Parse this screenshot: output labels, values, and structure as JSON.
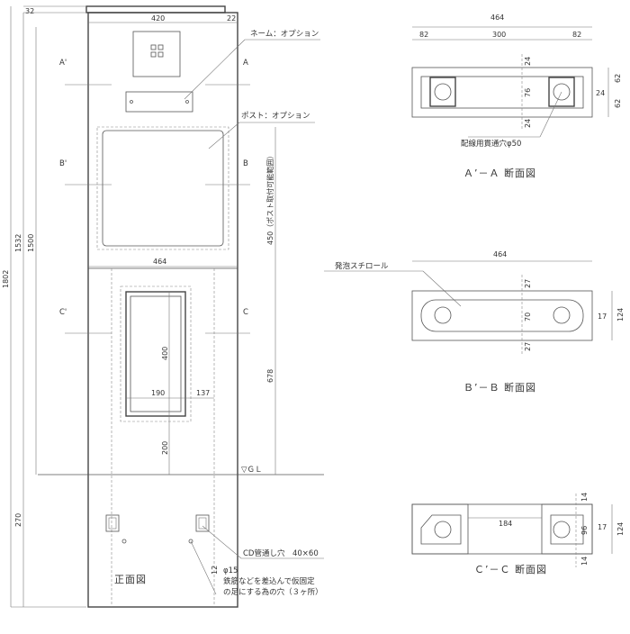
{
  "front": {
    "title": "正面図",
    "dims": {
      "top": "32",
      "width_top": "420",
      "side_top": "22",
      "total": "1802",
      "h1532": "1532",
      "h1500": "1500",
      "h450": "450（ポスト取付可能範囲）",
      "w464": "464",
      "h400": "400",
      "h678": "678",
      "w190": "190",
      "w137": "137",
      "h200": "200",
      "h270": "270",
      "h12": "12"
    },
    "labels": {
      "name": "ネーム：オプション",
      "post": "ポスト：オプション",
      "gl": "▽ＧＬ",
      "cd": "CD管通し穴　40×60",
      "hole_1": "φ15",
      "hole_2": "鉄筋などを差込んで仮固定",
      "hole_3": "の足にする為の穴（３ヶ所）"
    },
    "cuts": {
      "a": "A",
      "a_p": "A'",
      "b": "B",
      "b_p": "B'",
      "c": "C",
      "c_p": "C'"
    }
  },
  "section_a": {
    "title": "Ａ’－Ａ 断面図",
    "dims": {
      "total": "464",
      "left": "82",
      "mid": "300",
      "right": "82",
      "v24_top": "24",
      "v76": "76",
      "v24_bot": "24",
      "h24": "24",
      "r62a": "62",
      "r62b": "62"
    },
    "label": "配線用貫通穴φ50"
  },
  "section_b": {
    "title": "Ｂ’－Ｂ 断面図",
    "dims": {
      "total": "464",
      "v27a": "27",
      "v70": "70",
      "v27b": "27",
      "r17": "17",
      "r124": "124"
    },
    "label": "発泡スチロール"
  },
  "section_c": {
    "title": "Ｃ’－Ｃ 断面図",
    "dims": {
      "w184": "184",
      "v14a": "14",
      "v96": "96",
      "v14b": "14",
      "r17": "17",
      "r124": "124"
    }
  }
}
